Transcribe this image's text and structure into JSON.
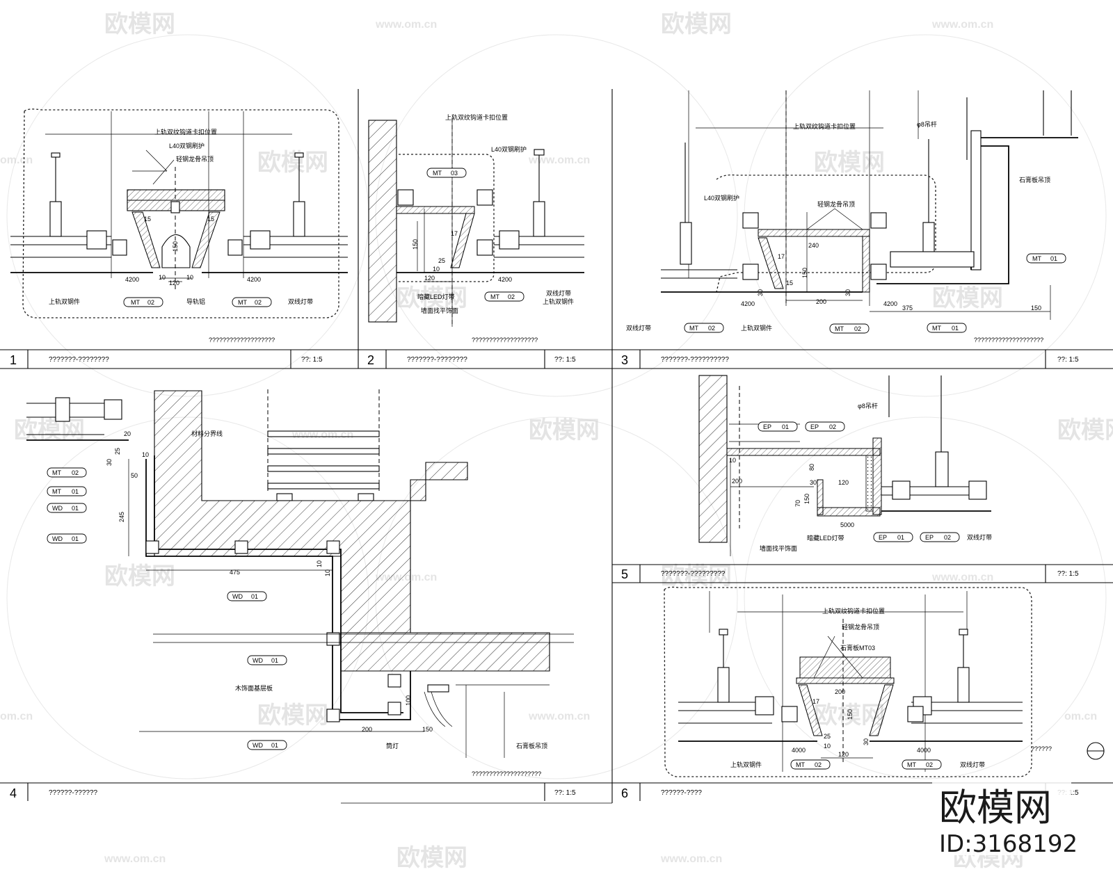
{
  "watermark": {
    "brand": "欧模网",
    "url": "www.om.cn",
    "url_short": "om.cn",
    "id_label": "ID:3168192"
  },
  "panels": [
    {
      "number": "1",
      "title": "???????-????????",
      "scale_label": "??: 1:5",
      "subcaption": "???????????????????",
      "labels": [
        "上轨双纹钩道卡扣位置",
        "L40双钢刷护",
        "轻钢龙骨吊顶",
        "MT",
        "02",
        "MT",
        "02",
        "4200",
        "4200",
        "150",
        "120",
        "10",
        "10",
        "15",
        "15",
        "上轨双钢件",
        "导轨铝",
        "双线灯带"
      ]
    },
    {
      "number": "2",
      "title": "???????-????????",
      "scale_label": "??: 1:5",
      "subcaption": "???????????????????",
      "labels": [
        "上轨双纹钩道卡扣位置",
        "L40双钢刷护",
        "MT",
        "03",
        "MT",
        "02",
        "150",
        "120",
        "17",
        "25",
        "10",
        "4200",
        "暗藏LED灯带",
        "墙面找平饰面",
        "上轨双钢件",
        "双线灯带"
      ]
    },
    {
      "number": "3",
      "title": "???????-??????????",
      "scale_label": "??: 1:5",
      "subcaption": "????????????????????",
      "labels": [
        "上轨双纹钩道卡扣位置",
        "φ8吊杆",
        "L40双钢刷护",
        "轻钢龙骨吊顶",
        "MT",
        "01",
        "MT",
        "02",
        "MT",
        "02",
        "MT",
        "01",
        "240",
        "150",
        "200",
        "17",
        "15",
        "30",
        "30",
        "375",
        "150",
        "4200",
        "4200",
        "石膏板吊顶",
        "双线灯带",
        "上轨双钢件"
      ]
    },
    {
      "number": "4",
      "title": "??????-??????",
      "scale_label": "??: 1:5",
      "subcaption": "????????????????????",
      "labels": [
        "MT",
        "02",
        "MT",
        "01",
        "WD",
        "01",
        "WD",
        "01",
        "WD",
        "01",
        "WD",
        "01",
        "WD",
        "01",
        "20",
        "30",
        "25",
        "10",
        "50",
        "245",
        "475",
        "10",
        "10",
        "100",
        "200",
        "150",
        "材料分界线",
        "木饰面基层板",
        "石膏板吊顶",
        "筒灯"
      ]
    },
    {
      "number": "5",
      "title": "???????-?????????",
      "scale_label": "??: 1:5",
      "subcaption": "",
      "labels": [
        "EP",
        "01",
        "EP",
        "02",
        "EP",
        "01",
        "EP",
        "02",
        "φ8吊杆",
        "10",
        "200",
        "80",
        "30",
        "120",
        "150",
        "70",
        "暗藏LED灯带",
        "墙面找平饰面",
        "双线灯带",
        "5000"
      ]
    },
    {
      "number": "6",
      "title": "??????-????",
      "scale_label": "??: 1:5",
      "subcaption": "??????",
      "labels": [
        "上轨双纹钩道卡扣位置",
        "轻钢龙骨吊顶",
        "石膏板MT03",
        "200",
        "17",
        "150",
        "30",
        "25",
        "10",
        "120",
        "4000",
        "4000",
        "MT",
        "02",
        "MT",
        "02",
        "上轨双钢件",
        "双线灯带"
      ]
    }
  ]
}
